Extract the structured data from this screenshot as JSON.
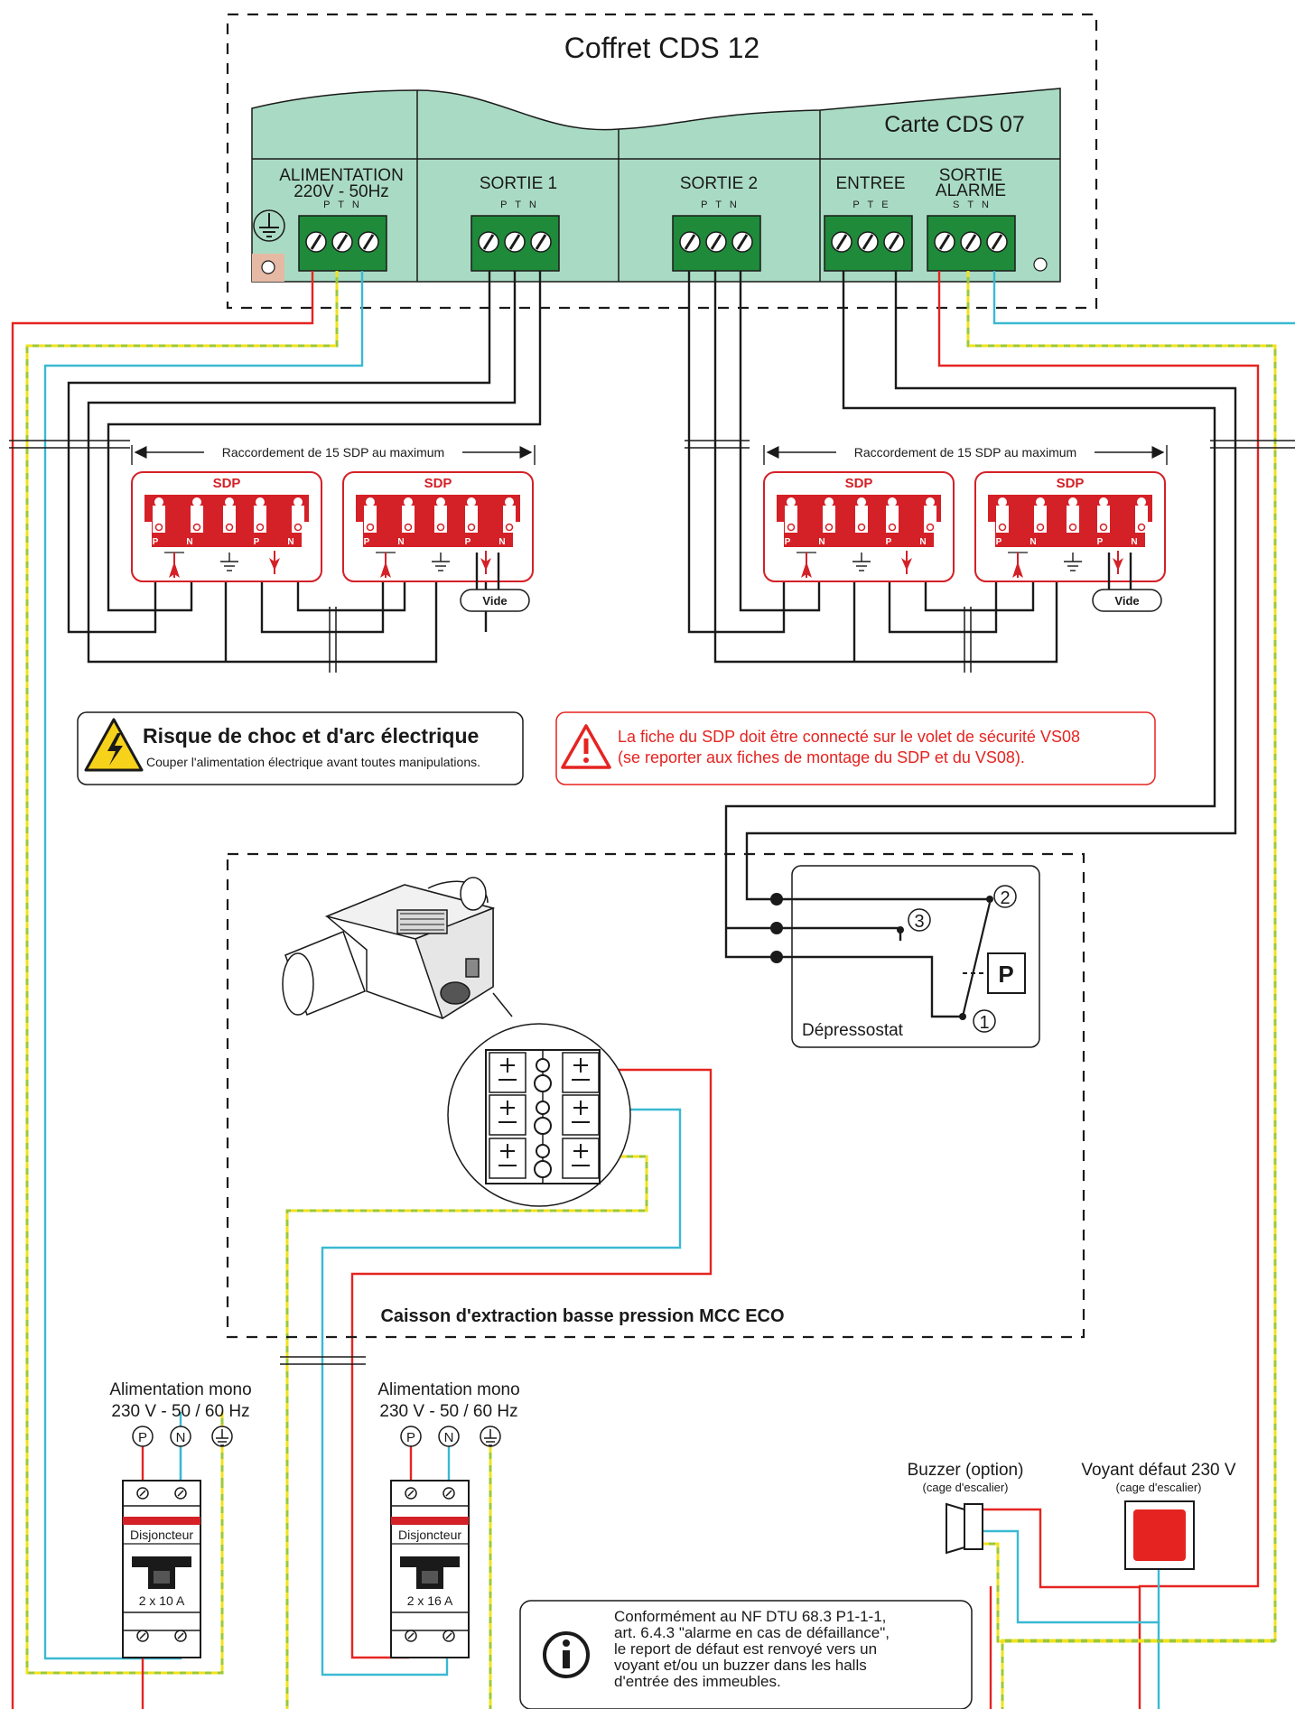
{
  "coffret": {
    "title": "Coffret CDS 12",
    "card_title": "Carte CDS 07",
    "blocks": [
      {
        "label_line1": "ALIMENTATION",
        "label_line2": "220V - 50Hz",
        "terminals": "P   T   N"
      },
      {
        "label_line1": "SORTIE 1",
        "label_line2": "",
        "terminals": "P   T   N"
      },
      {
        "label_line1": "SORTIE 2",
        "label_line2": "",
        "terminals": "P   T   N"
      },
      {
        "label_line1": "ENTREE",
        "label_line2": "",
        "terminals": "P   T   E"
      },
      {
        "label_line1": "SORTIE",
        "label_line2": "ALARME",
        "terminals": "S   T   N"
      }
    ]
  },
  "sdp_groups": [
    {
      "range_label": "Raccordement de 15 SDP au maximum",
      "units": [
        "SDP",
        "SDP"
      ],
      "pin_labels": [
        "P",
        "N",
        "P",
        "N"
      ],
      "empty_label": "Vide"
    },
    {
      "range_label": "Raccordement de 15 SDP au maximum",
      "units": [
        "SDP",
        "SDP"
      ],
      "pin_labels": [
        "P",
        "N",
        "P",
        "N"
      ],
      "empty_label": "Vide"
    }
  ],
  "warnings": {
    "shock_title": "Risque de choc et d'arc électrique",
    "shock_text": "Couper l'alimentation électrique avant toutes manipulations.",
    "sdp_line1": "La fiche du SDP doit être connecté sur le volet de sécurité VS08",
    "sdp_line2": "(se reporter aux fiches de montage du SDP et du VS08)."
  },
  "depressostat": {
    "label": "Dépressostat",
    "contacts": [
      "2",
      "3",
      "1"
    ],
    "p_label": "P"
  },
  "caisson": {
    "label": "Caisson d'extraction basse pression MCC ECO"
  },
  "supplies": [
    {
      "title": "Alimentation mono",
      "spec": "230 V - 50 / 60 Hz",
      "terminals": [
        "P",
        "N"
      ],
      "breaker": "Disjoncteur",
      "rating": "2 x 10 A"
    },
    {
      "title": "Alimentation mono",
      "spec": "230 V - 50 / 60 Hz",
      "terminals": [
        "P",
        "N"
      ],
      "breaker": "Disjoncteur",
      "rating": "2 x 16 A"
    }
  ],
  "buzzer": {
    "title": "Buzzer (option)",
    "subtitle": "(cage d'escalier)"
  },
  "voyant": {
    "title": "Voyant défaut 230 V",
    "subtitle": "(cage d'escalier)"
  },
  "note": {
    "lines": [
      "Conformément au NF DTU 68.3 P1-1-1,",
      "art. 6.4.3 \"alarme en cas de défaillance\",",
      "le report de défaut est renvoyé vers un",
      "voyant et/ou un buzzer dans les halls",
      "d'entrée des immeubles."
    ]
  },
  "colors": {
    "board": "#a9dbc4",
    "terminal": "#1f8a3a",
    "sdp_red": "#d42027",
    "wire_red": "#e52421",
    "wire_blue": "#3ab9d2",
    "earth_green": "#9cc83a",
    "earth_yellow": "#f2e21c"
  }
}
